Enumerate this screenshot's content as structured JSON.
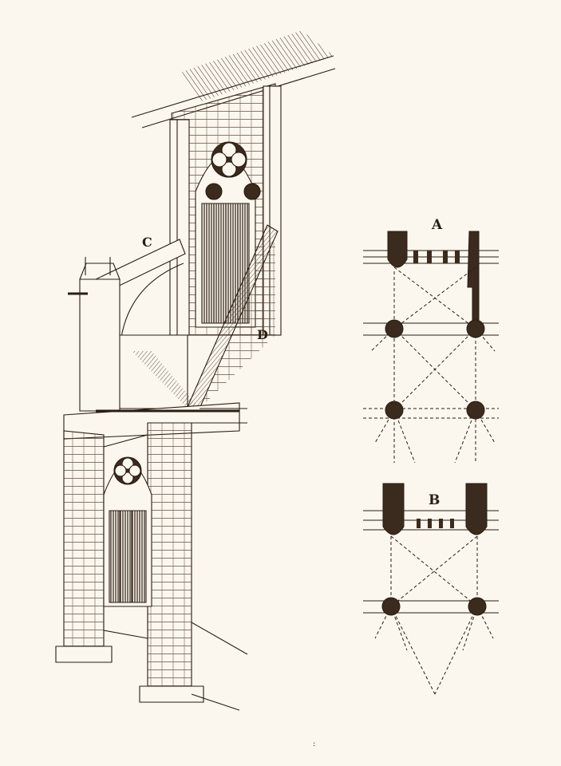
{
  "colors": {
    "paper": "#fbf7ef",
    "ink": "#2a1d12",
    "fill_dark": "#3b2a1e",
    "fill_mid": "#5a4233"
  },
  "labels": {
    "a": "A",
    "b": "B",
    "c": "C",
    "d": "D",
    "mark": ":"
  }
}
